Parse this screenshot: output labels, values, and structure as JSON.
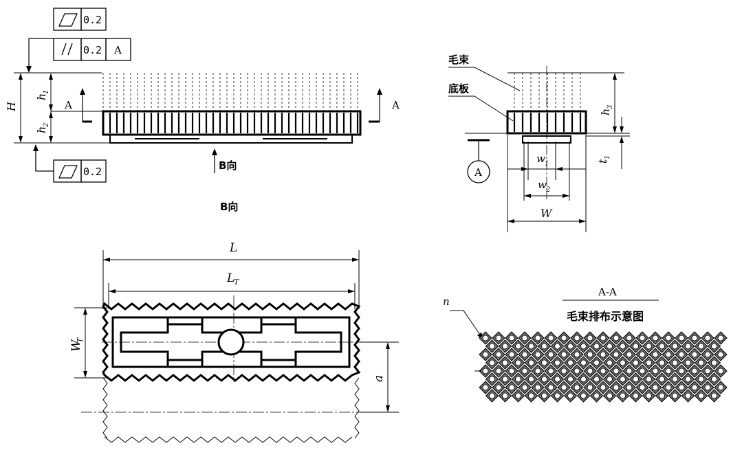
{
  "tolerance_frames": {
    "flatness_top": "0.2",
    "parallel": "0.2",
    "parallel_datum": "A",
    "flatness_bottom": "0.2"
  },
  "front_view": {
    "dim_H": "H",
    "dim_h1": "h",
    "dim_h1_sub": "1",
    "dim_h2": "h",
    "dim_h2_sub": "2",
    "section_left": "A",
    "section_right": "A",
    "view_arrow_label": "B向"
  },
  "side_view": {
    "label_bristle": "毛束",
    "label_base": "底板",
    "datum": "A",
    "dim_h3": "h",
    "dim_h3_sub": "3",
    "dim_t1": "t",
    "dim_t1_sub": "1",
    "dim_w1": "w",
    "dim_w1_sub": "1",
    "dim_w2": "w",
    "dim_w2_sub": "2",
    "dim_W": "W"
  },
  "bottom_view": {
    "title": "B向",
    "dim_L": "L",
    "dim_LT": "L",
    "dim_LT_sub": "T",
    "dim_WT": "W",
    "dim_WT_sub": "T",
    "dim_a": "a"
  },
  "section_view": {
    "title": "A-A",
    "subtitle": "毛束排布示意图",
    "label_n": "n"
  }
}
